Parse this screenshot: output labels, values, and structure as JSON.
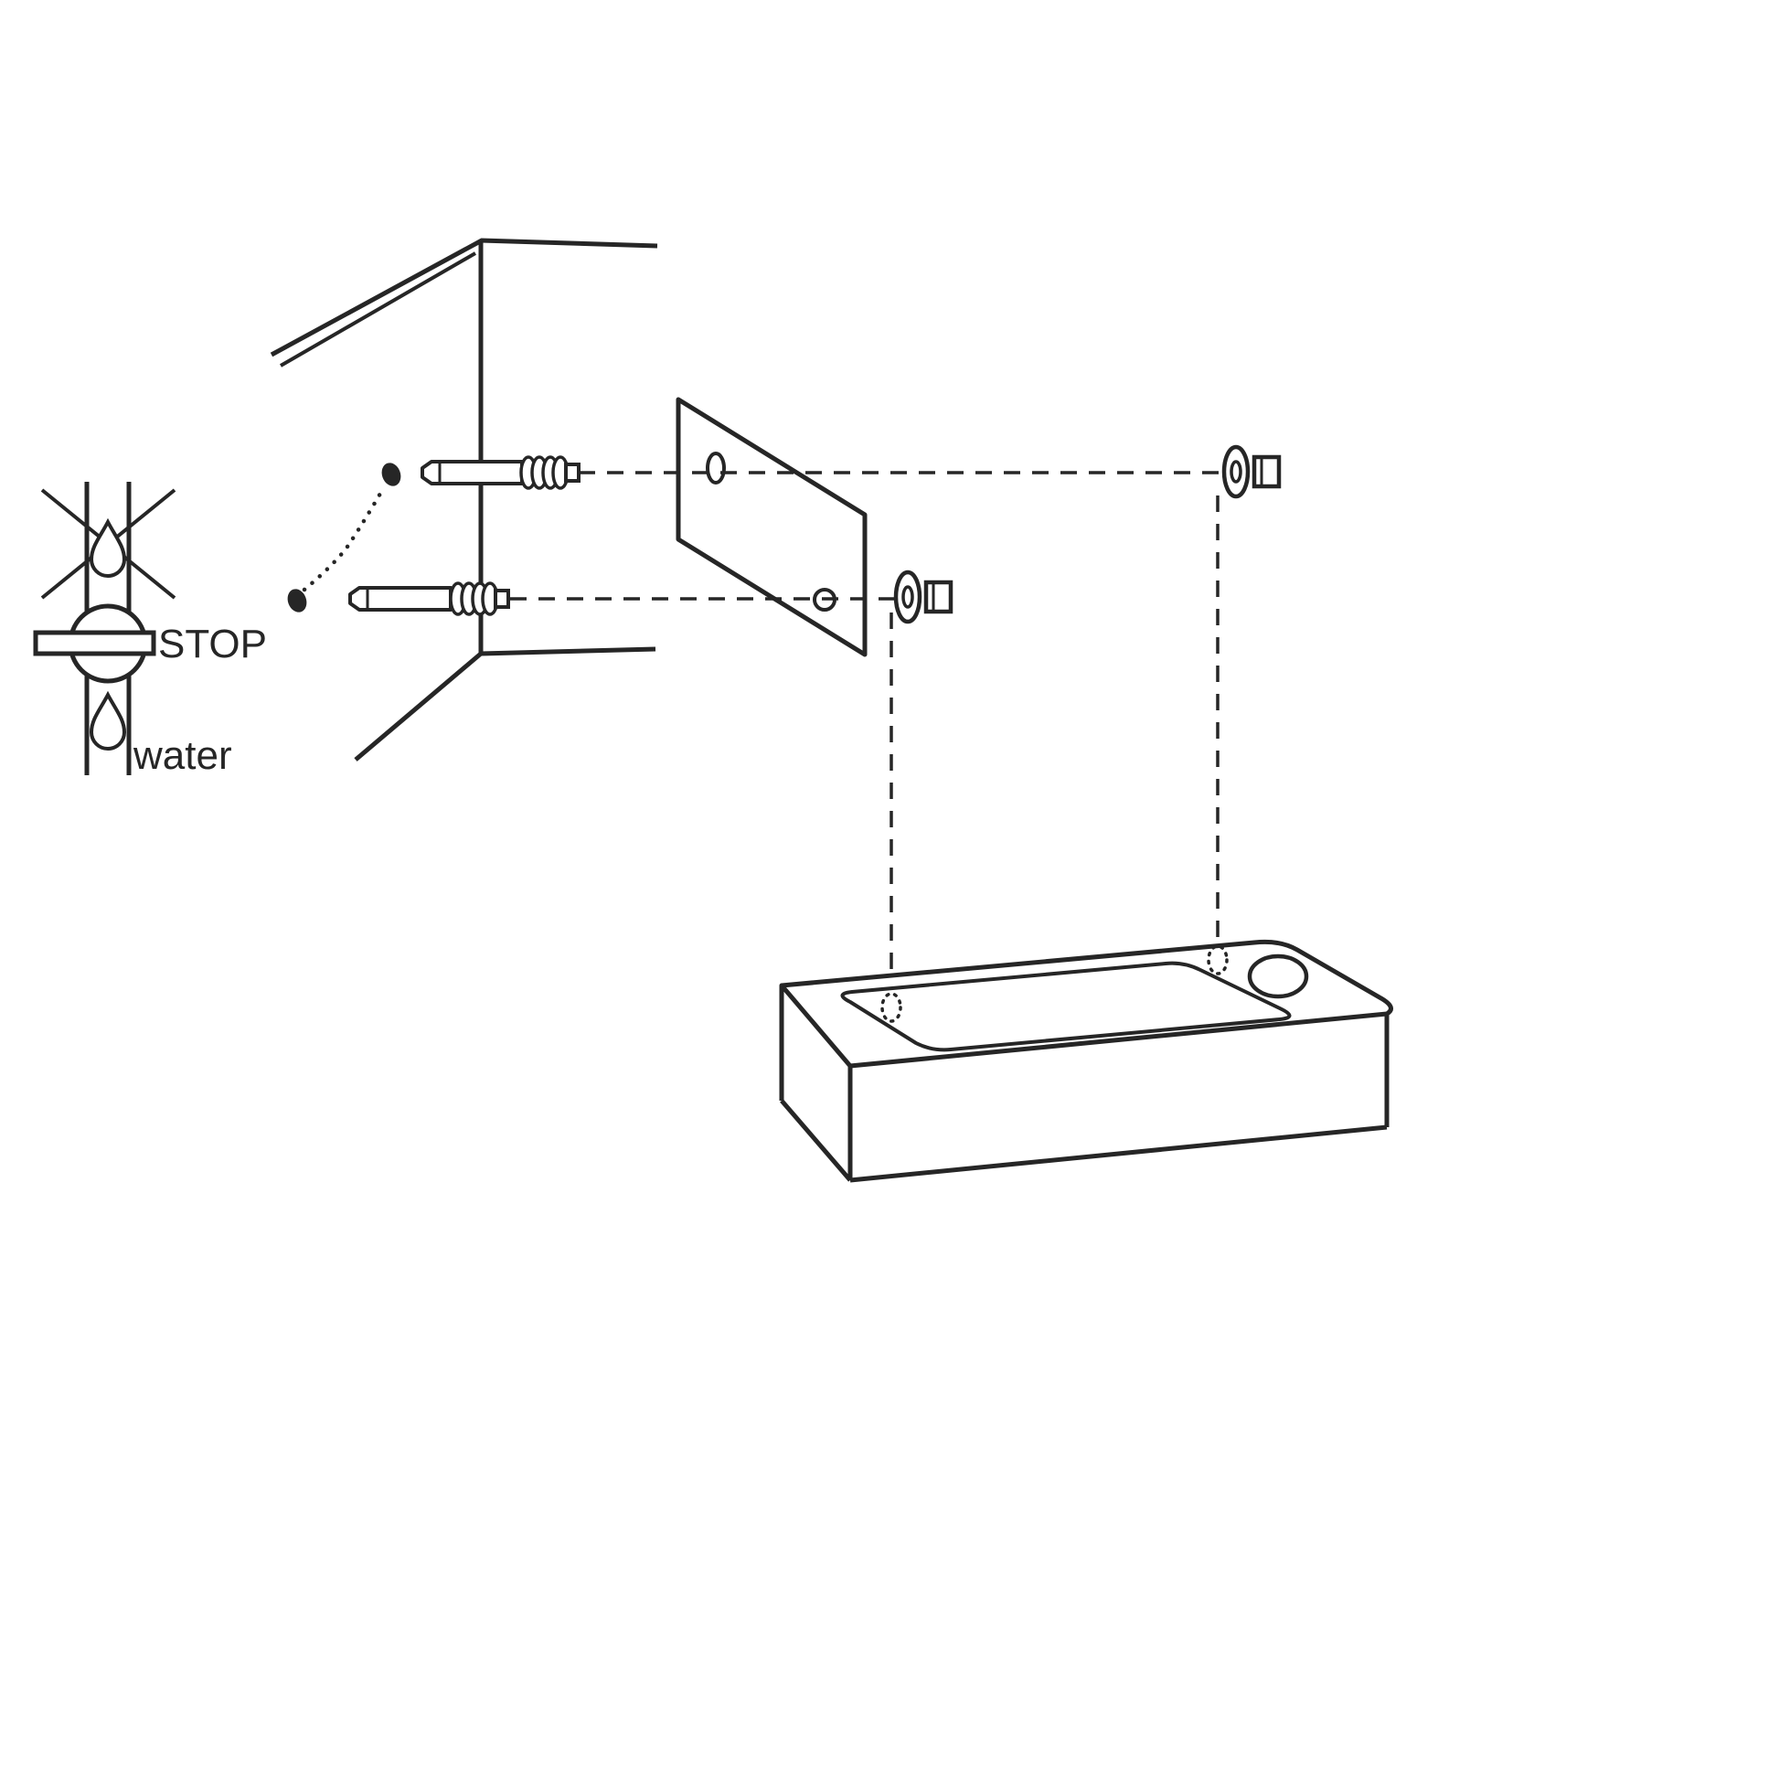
{
  "diagram": {
    "name": "washbasin-wall-installation-diagram",
    "labels": {
      "stop": "STOP",
      "water": "water"
    },
    "colors": {
      "line": "#262626",
      "background": "#ffffff"
    },
    "parts": [
      "water-supply-stop-symbol",
      "wall-corner",
      "drill-hole-marks",
      "wall-anchor-screw-upper",
      "wall-anchor-screw-lower",
      "mounting-bracket-plate",
      "washer-and-nut-lower",
      "washer-and-nut-upper",
      "alignment-dashed-guides",
      "wall-hung-washbasin"
    ]
  }
}
